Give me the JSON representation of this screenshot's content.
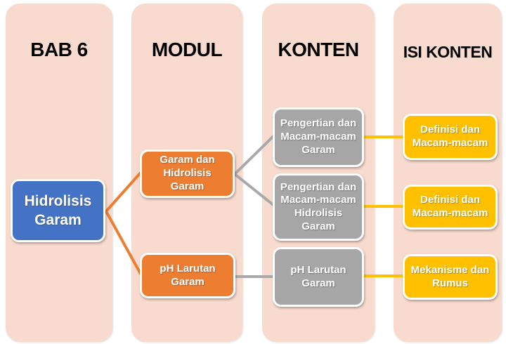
{
  "columns": [
    {
      "id": "bab6",
      "header": "BAB 6"
    },
    {
      "id": "modul",
      "header": "MODUL"
    },
    {
      "id": "konten",
      "header": "KONTEN"
    },
    {
      "id": "isi-konten",
      "header": "ISI KONTEN"
    }
  ],
  "nodes": {
    "root": {
      "label": "Hidrolisis\nGaram"
    },
    "modul_garam": {
      "label": "Garam dan\nHidrolisis\nGaram"
    },
    "modul_ph": {
      "label": "pH Larutan\nGaram"
    },
    "konten_macam_garam": {
      "label": "Pengertian dan\nMacam-macam\nGaram"
    },
    "konten_macam_hidrolisis": {
      "label": "Pengertian dan\nMacam-macam\nHidrolisis\nGaram"
    },
    "konten_ph": {
      "label": "pH Larutan\nGaram"
    },
    "isi_definisi_garam": {
      "label": "Definisi dan\nMacam-macam"
    },
    "isi_definisi_hidrolisis": {
      "label": "Definisi dan\nMacam-macam"
    },
    "isi_mekanisme": {
      "label": "Mekanisme dan\nRumus"
    }
  },
  "colors": {
    "canvas_bg": "#FFFFFF",
    "column_bg": "#F8DBCE",
    "root_node": "#4472C4",
    "modul_node": "#ED7D31",
    "konten_node": "#A6A6A6",
    "isi_node": "#FFC000",
    "connector_orange": "#ED7D31",
    "connector_gray": "#A9A9A9",
    "connector_yellow": "#FFC000",
    "header_text": "#000000",
    "node_text": "#FFFFFF"
  }
}
